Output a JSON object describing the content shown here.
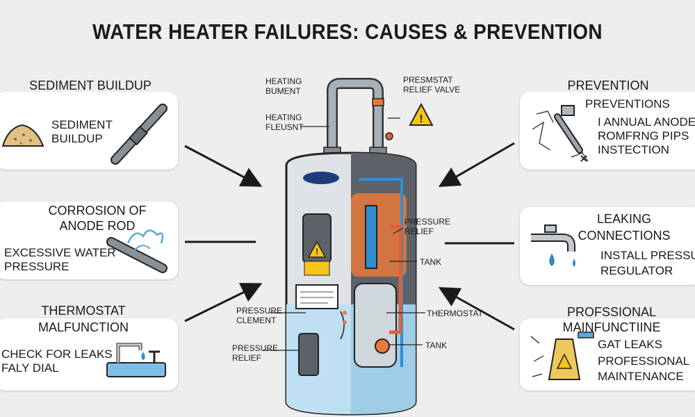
{
  "title": "WATER HEATER FAILURES: CAUSES & PREVENTION",
  "left": {
    "sediment": {
      "heading": "SEDIMENT BUILDUP",
      "text1": "SEDIMENT",
      "text2": "BUILDUP"
    },
    "corrosion": {
      "heading1": "CORROSION OF",
      "heading2": "ANODE ROD",
      "text1": "EXCESSIVE WATER",
      "text2": "PRESSURE"
    },
    "thermostat": {
      "heading1": "THERMOSTAT",
      "heading2": "MALFUNCTION",
      "text1": "CHECK FOR LEAKS",
      "text2": "FALY DIAL"
    }
  },
  "right": {
    "prevention": {
      "heading": "PREVENTION",
      "text1": "PREVENTIONS",
      "text2": "I ANNUAL ANODE",
      "text3": "ROMFRNG PIPS",
      "text4": "INSTECTION"
    },
    "leaking": {
      "heading1": "LEAKING",
      "heading2": "CONNECTIONS",
      "text1": "INSTALL PRESSURE",
      "text2": "REGULATOR"
    },
    "professional": {
      "heading1": "PROFSSIONAL",
      "heading2": "MAINFUNCTIINE",
      "text1": "GAT LEAKS",
      "text2": "PROFESSIONAL",
      "text3": "MAINTENANCE"
    }
  },
  "heater_labels": {
    "heating_bument1": "HEATING",
    "heating_bument2": "BUMENT",
    "heating_fleusnt1": "HEATING",
    "heating_fleusnt2": "FLEUSNT",
    "presmstat1": "PRESMSTAT",
    "presmstat2": "RELIEF VALVE",
    "pressure_relief_r1": "PRESSURE",
    "pressure_relief_r2": "RELIEF",
    "tank_upper": "TANK",
    "pressure_clement1": "PRESSURE",
    "pressure_clement2": "CLEMENT",
    "thermostat": "THERMOSTAT",
    "pressure_relief_l1": "PRESSURE",
    "pressure_relief_l2": "RELIEF",
    "tank_lower": "TANK"
  },
  "colors": {
    "water": "#bfe0f2",
    "flame": "#e8793a",
    "pipe": "#9aa3ad",
    "warning": "#f5c518"
  }
}
